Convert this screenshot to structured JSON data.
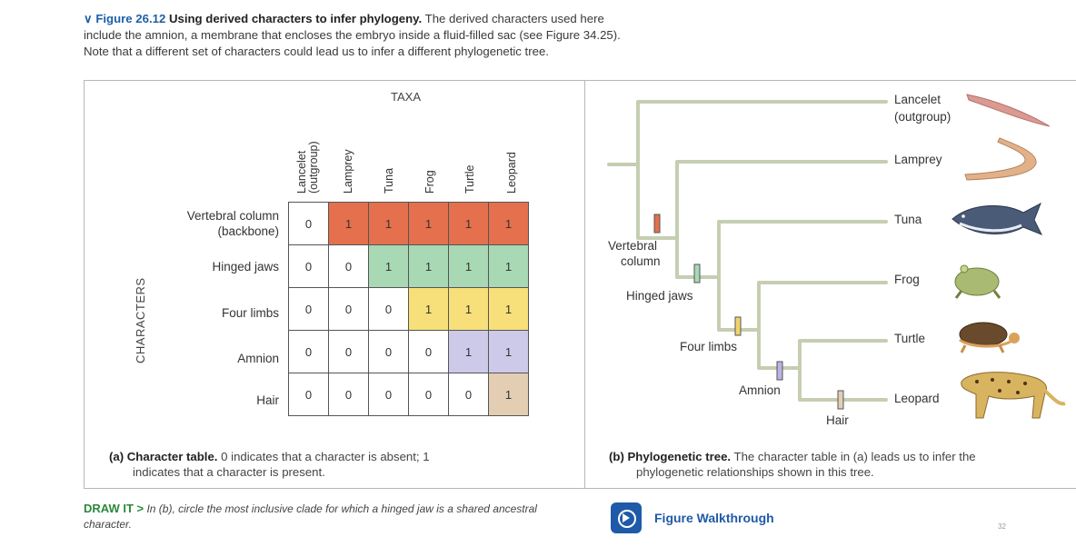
{
  "header": {
    "chevron": "∨",
    "figure_number": "Figure 26.12",
    "figure_title": "Using derived characters to infer phylogeny.",
    "line1_rest": "The derived characters used here",
    "line2": "include the amnion, a membrane that encloses the embryo inside a fluid-filled sac (see Figure 34.25).",
    "line3": "Note that a different set of characters could lead us to infer a different phylogenetic tree."
  },
  "table": {
    "axis_taxa": "TAXA",
    "axis_characters": "CHARACTERS",
    "taxa": [
      {
        "line1": "Lancelet",
        "line2": "(outgroup)"
      },
      {
        "line1": "Lamprey",
        "line2": ""
      },
      {
        "line1": "Tuna",
        "line2": ""
      },
      {
        "line1": "Frog",
        "line2": ""
      },
      {
        "line1": "Turtle",
        "line2": ""
      },
      {
        "line1": "Leopard",
        "line2": ""
      }
    ],
    "characters": [
      {
        "line1": "Vertebral column",
        "line2": "(backbone)",
        "color": "#e4704d",
        "values": [
          "0",
          "1",
          "1",
          "1",
          "1",
          "1"
        ]
      },
      {
        "line1": "Hinged jaws",
        "line2": "",
        "color": "#a9d8b4",
        "values": [
          "0",
          "0",
          "1",
          "1",
          "1",
          "1"
        ]
      },
      {
        "line1": "Four limbs",
        "line2": "",
        "color": "#f7e07a",
        "values": [
          "0",
          "0",
          "0",
          "1",
          "1",
          "1"
        ]
      },
      {
        "line1": "Amnion",
        "line2": "",
        "color": "#cdc9e9",
        "values": [
          "0",
          "0",
          "0",
          "0",
          "1",
          "1"
        ]
      },
      {
        "line1": "Hair",
        "line2": "",
        "color": "#e3cdb3",
        "values": [
          "0",
          "0",
          "0",
          "0",
          "0",
          "1"
        ]
      }
    ],
    "caption_label": "(a) Character table.",
    "caption_text_1": "0 indicates that a character is absent; 1",
    "caption_text_2": "indicates that a character is present."
  },
  "tree": {
    "tips": [
      {
        "line1": "Lancelet",
        "line2": "(outgroup)"
      },
      {
        "line1": "Lamprey",
        "line2": ""
      },
      {
        "line1": "Tuna",
        "line2": ""
      },
      {
        "line1": "Frog",
        "line2": ""
      },
      {
        "line1": "Turtle",
        "line2": ""
      },
      {
        "line1": "Leopard",
        "line2": ""
      }
    ],
    "characters": [
      {
        "line1": "Vertebral",
        "line2": "column",
        "color": "#e4704d"
      },
      {
        "line1": "Hinged jaws",
        "line2": "",
        "color": "#a9d8b4"
      },
      {
        "line1": "Four limbs",
        "line2": "",
        "color": "#f2d36b"
      },
      {
        "line1": "Amnion",
        "line2": "",
        "color": "#b9b4e3"
      },
      {
        "line1": "Hair",
        "line2": "",
        "color": "#e3cdb3"
      }
    ],
    "branch_color": "#c5ceb1",
    "caption_label": "(b) Phylogenetic tree.",
    "caption_text_1": "The character table in (a) leads us to infer the",
    "caption_text_2": "phylogenetic relationships shown in this tree."
  },
  "footer": {
    "draw_it_label": "DRAW IT >",
    "draw_it_text": "In (b), circle the most inclusive clade for which a hinged jaw is a shared ancestral character.",
    "walkthrough_label": "Figure Walkthrough",
    "page_number": "32"
  }
}
